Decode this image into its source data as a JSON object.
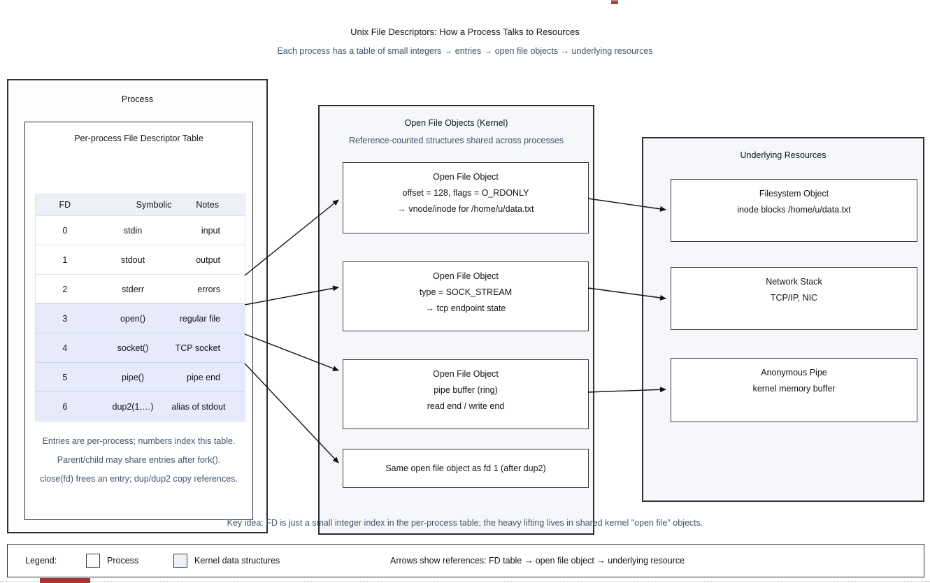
{
  "page": {
    "title": "Unix File Descriptors: How a Process Talks to Resources",
    "subtitle": "Each process has a table of small integers → entries → open file objects → underlying resources",
    "key_idea": "Key idea: FD is just a small integer index in the per-process table; the heavy lifting lives in shared kernel \"open file\" objects."
  },
  "process_panel": {
    "title": "Process",
    "table_title": "Per-process File Descriptor Table",
    "table": {
      "headers": {
        "fd": "FD",
        "symbolic": "Symbolic",
        "notes": "Notes"
      },
      "rows": [
        {
          "fd": "0",
          "symbolic": "stdin",
          "notes": "input",
          "highlighted": false
        },
        {
          "fd": "1",
          "symbolic": "stdout",
          "notes": "output",
          "highlighted": false
        },
        {
          "fd": "2",
          "symbolic": "stderr",
          "notes": "errors",
          "highlighted": false
        },
        {
          "fd": "3",
          "symbolic": "open()",
          "notes": "regular file",
          "highlighted": true
        },
        {
          "fd": "4",
          "symbolic": "socket()",
          "notes": "TCP socket",
          "highlighted": true
        },
        {
          "fd": "5",
          "symbolic": "pipe()",
          "notes": "pipe end",
          "highlighted": true
        },
        {
          "fd": "6",
          "symbolic": "dup2(1,…)",
          "notes": "alias of stdout",
          "highlighted": true
        }
      ]
    },
    "notes": [
      "Entries are per-process; numbers index this table.",
      "Parent/child may share entries after fork().",
      "close(fd) frees an entry; dup/dup2 copy references."
    ]
  },
  "kernel_panel": {
    "title": "Open File Objects (Kernel)",
    "subtitle": "Reference-counted structures shared across processes",
    "objects": [
      {
        "title": "Open File Object",
        "line1": "offset = 128, flags = O_RDONLY",
        "line2": "→ vnode/inode for /home/u/data.txt"
      },
      {
        "title": "Open File Object",
        "line1": "type = SOCK_STREAM",
        "line2": "→ tcp endpoint state"
      },
      {
        "title": "Open File Object",
        "line1": "pipe buffer (ring)",
        "line2": "read end / write end"
      },
      {
        "title": "Same open file object as fd 1 (after dup2)"
      }
    ]
  },
  "resources_panel": {
    "title": "Underlying Resources",
    "objects": [
      {
        "title": "Filesystem Object",
        "line1": "inode blocks /home/u/data.txt"
      },
      {
        "title": "Network Stack",
        "line1": "TCP/IP, NIC"
      },
      {
        "title": "Anonymous Pipe",
        "line1": "kernel memory buffer"
      }
    ]
  },
  "legend": {
    "label": "Legend:",
    "items": [
      {
        "label": "Process"
      },
      {
        "label": "Kernel data structures"
      }
    ],
    "arrows_note": "Arrows show references: FD table → open file object → underlying resource"
  },
  "colors": {
    "slate_text": "#44546a",
    "panel_background": "#f5f7fa",
    "table_header_background": "#edf1f7",
    "highlight_row_background": "#e7eafa",
    "highlight_row_border": "#bfc9ee",
    "box_border": "#2f2f2f",
    "clipped_fragment_top": "#9a4444",
    "clipped_fragment_bottom": "#a83434"
  }
}
